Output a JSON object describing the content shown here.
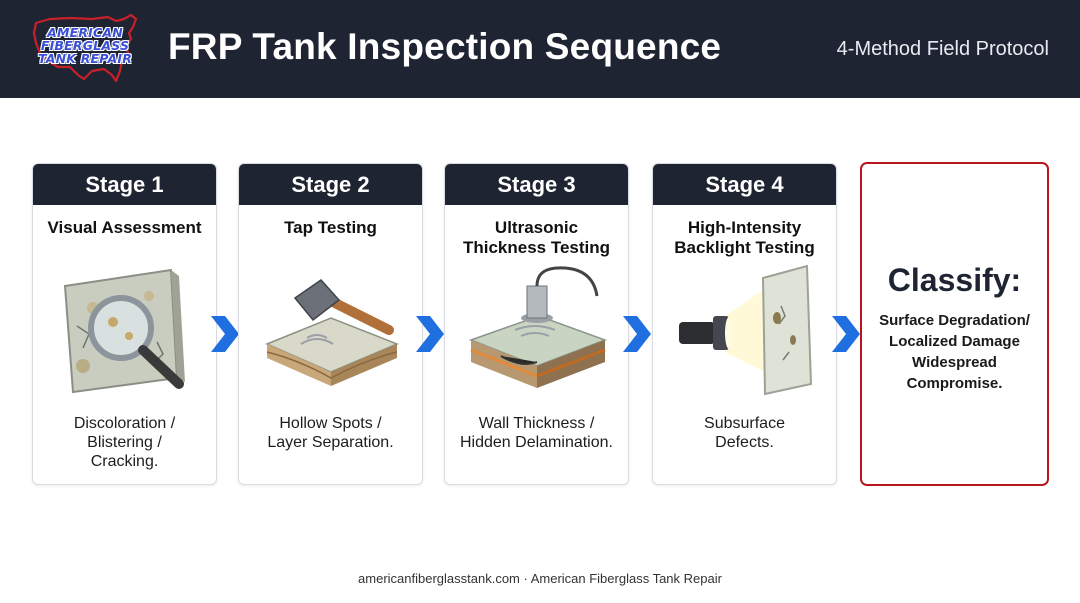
{
  "header": {
    "logo_lines": [
      "AMERICAN",
      "FIBERGLASS",
      "TANK REPAIR"
    ],
    "title": "FRP Tank Inspection Sequence",
    "subtitle": "4-Method Field Protocol"
  },
  "stages": [
    {
      "label": "Stage 1",
      "name": [
        "Visual Assessment"
      ],
      "description": [
        "Discoloration /",
        "Blistering /",
        "Cracking."
      ],
      "icon": "magnifier-icon"
    },
    {
      "label": "Stage 2",
      "name": [
        "Tap Testing"
      ],
      "description": [
        "Hollow Spots /",
        "Layer Separation."
      ],
      "icon": "hammer-icon"
    },
    {
      "label": "Stage 3",
      "name": [
        "Ultrasonic",
        "Thickness Testing"
      ],
      "description": [
        "Wall Thickness /",
        "Hidden Delamination."
      ],
      "icon": "ultrasonic-probe-icon"
    },
    {
      "label": "Stage 4",
      "name": [
        "High-Intensity",
        "Backlight Testing"
      ],
      "description": [
        "Subsurface",
        "Defects."
      ],
      "icon": "flashlight-icon"
    }
  ],
  "classify": {
    "title": "Classify:",
    "lines": [
      "Surface Degradation/",
      "Localized Damage",
      "Widespread",
      "Compromise."
    ]
  },
  "footer": "americanfiberglasstank.com · American Fiberglass Tank Repair",
  "colors": {
    "header_bg": "#1f2433",
    "arrow": "#1f6fe0",
    "classify_border": "#b8161e",
    "logo_text": "#3a4fd6",
    "logo_outline": "#c8202a"
  }
}
